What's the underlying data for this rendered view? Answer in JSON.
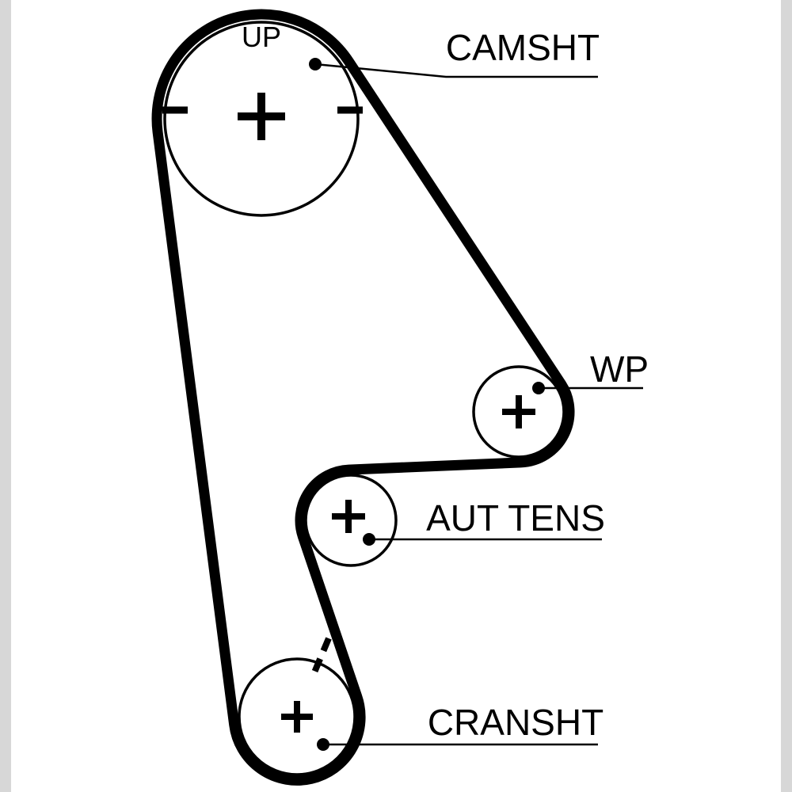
{
  "page": {
    "background_color": "#ffffff",
    "edge_bar_color": "#d7d7d7",
    "ink_color": "#000000"
  },
  "diagram": {
    "type": "timing-belt-routing",
    "orientation_label": "UP",
    "pulleys": [
      {
        "id": "camshaft",
        "label": "CAMSHT",
        "marks": [
          "-",
          "+",
          "-"
        ]
      },
      {
        "id": "water-pump",
        "label": "WP",
        "marks": [
          "+"
        ]
      },
      {
        "id": "tensioner",
        "label": "AUT TENS",
        "marks": [
          "+"
        ]
      },
      {
        "id": "crankshaft",
        "label": "CRANSHT",
        "marks": [
          "+"
        ]
      }
    ],
    "symbols": {
      "plus": "+",
      "minus": "-"
    }
  }
}
